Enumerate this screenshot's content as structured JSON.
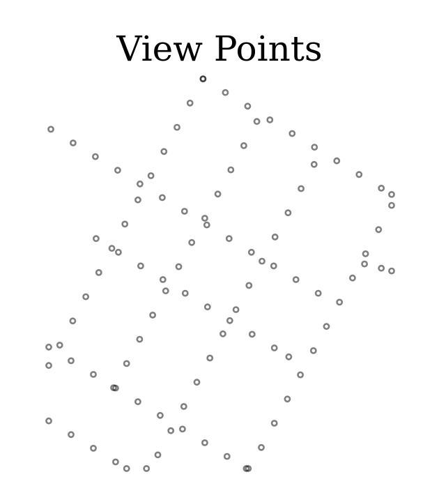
{
  "chart_data": {
    "type": "scatter",
    "title": "View Points",
    "xlabel": "",
    "ylabel": "",
    "axes_visible": false,
    "grid": false,
    "marker": {
      "shape": "ring",
      "color": "#000000",
      "opacity": 0.5
    },
    "xlim": [
      0,
      100
    ],
    "ylim": [
      0,
      100
    ],
    "series": [
      {
        "values": [
          {
            "x": 45.0,
            "y": 99.8
          },
          {
            "x": 41.2,
            "y": 93.6
          },
          {
            "x": 37.4,
            "y": 87.4
          },
          {
            "x": 33.6,
            "y": 81.2
          },
          {
            "x": 29.8,
            "y": 75.0
          },
          {
            "x": 26.0,
            "y": 68.8
          },
          {
            "x": 22.2,
            "y": 62.6
          },
          {
            "x": 18.4,
            "y": 56.4
          },
          {
            "x": 14.6,
            "y": 50.2
          },
          {
            "x": 10.8,
            "y": 44.0
          },
          {
            "x": 7.0,
            "y": 37.8
          },
          {
            "x": 3.2,
            "y": 31.6
          },
          {
            "x": 0.0,
            "y": 26.4
          },
          {
            "x": 60.7,
            "y": 88.9
          },
          {
            "x": 56.9,
            "y": 82.7
          },
          {
            "x": 53.1,
            "y": 76.5
          },
          {
            "x": 49.3,
            "y": 70.3
          },
          {
            "x": 45.5,
            "y": 64.1
          },
          {
            "x": 41.7,
            "y": 57.9
          },
          {
            "x": 37.9,
            "y": 51.7
          },
          {
            "x": 34.1,
            "y": 45.5
          },
          {
            "x": 30.3,
            "y": 39.3
          },
          {
            "x": 26.5,
            "y": 33.1
          },
          {
            "x": 22.7,
            "y": 26.9
          },
          {
            "x": 18.9,
            "y": 20.7
          },
          {
            "x": 77.4,
            "y": 77.9
          },
          {
            "x": 73.6,
            "y": 71.7
          },
          {
            "x": 69.8,
            "y": 65.5
          },
          {
            "x": 66.0,
            "y": 59.3
          },
          {
            "x": 62.2,
            "y": 53.1
          },
          {
            "x": 58.4,
            "y": 46.9
          },
          {
            "x": 54.6,
            "y": 40.7
          },
          {
            "x": 50.8,
            "y": 34.5
          },
          {
            "x": 47.0,
            "y": 28.3
          },
          {
            "x": 43.2,
            "y": 22.1
          },
          {
            "x": 39.4,
            "y": 15.9
          },
          {
            "x": 35.6,
            "y": 9.7
          },
          {
            "x": 31.8,
            "y": 3.5
          },
          {
            "x": 28.5,
            "y": 0.0
          },
          {
            "x": 100.0,
            "y": 67.4
          },
          {
            "x": 96.2,
            "y": 61.2
          },
          {
            "x": 92.4,
            "y": 55.0
          },
          {
            "x": 88.6,
            "y": 48.8
          },
          {
            "x": 84.8,
            "y": 42.6
          },
          {
            "x": 81.0,
            "y": 36.4
          },
          {
            "x": 77.2,
            "y": 30.2
          },
          {
            "x": 73.4,
            "y": 24.0
          },
          {
            "x": 69.6,
            "y": 17.8
          },
          {
            "x": 65.8,
            "y": 11.6
          },
          {
            "x": 62.0,
            "y": 5.4
          },
          {
            "x": 58.2,
            "y": 0.0
          },
          {
            "x": 45.0,
            "y": 99.8
          },
          {
            "x": 51.5,
            "y": 96.3
          },
          {
            "x": 58.0,
            "y": 92.8
          },
          {
            "x": 64.5,
            "y": 89.3
          },
          {
            "x": 71.0,
            "y": 85.8
          },
          {
            "x": 77.5,
            "y": 82.3
          },
          {
            "x": 84.0,
            "y": 78.8
          },
          {
            "x": 90.5,
            "y": 75.3
          },
          {
            "x": 97.0,
            "y": 71.8
          },
          {
            "x": 100.0,
            "y": 70.2
          },
          {
            "x": 0.6,
            "y": 86.9
          },
          {
            "x": 7.1,
            "y": 83.4
          },
          {
            "x": 13.6,
            "y": 79.9
          },
          {
            "x": 20.1,
            "y": 76.4
          },
          {
            "x": 26.6,
            "y": 72.9
          },
          {
            "x": 33.1,
            "y": 69.4
          },
          {
            "x": 39.6,
            "y": 65.9
          },
          {
            "x": 46.1,
            "y": 62.4
          },
          {
            "x": 52.6,
            "y": 58.9
          },
          {
            "x": 59.1,
            "y": 55.4
          },
          {
            "x": 65.6,
            "y": 51.9
          },
          {
            "x": 72.1,
            "y": 48.4
          },
          {
            "x": 78.6,
            "y": 44.9
          },
          {
            "x": 13.8,
            "y": 58.9
          },
          {
            "x": 20.3,
            "y": 55.4
          },
          {
            "x": 26.8,
            "y": 51.9
          },
          {
            "x": 33.3,
            "y": 48.4
          },
          {
            "x": 39.8,
            "y": 44.9
          },
          {
            "x": 46.3,
            "y": 41.4
          },
          {
            "x": 52.8,
            "y": 37.9
          },
          {
            "x": 59.3,
            "y": 34.4
          },
          {
            "x": 65.8,
            "y": 30.9
          },
          {
            "x": 70.0,
            "y": 28.6
          },
          {
            "x": 0.0,
            "y": 31.1
          },
          {
            "x": 6.5,
            "y": 27.6
          },
          {
            "x": 13.0,
            "y": 24.1
          },
          {
            "x": 19.5,
            "y": 20.6
          },
          {
            "x": 26.0,
            "y": 17.1
          },
          {
            "x": 32.5,
            "y": 13.6
          },
          {
            "x": 39.0,
            "y": 10.1
          },
          {
            "x": 45.5,
            "y": 6.6
          },
          {
            "x": 52.0,
            "y": 3.1
          },
          {
            "x": 57.6,
            "y": 0.0
          },
          {
            "x": 0.0,
            "y": 12.2
          },
          {
            "x": 6.5,
            "y": 8.7
          },
          {
            "x": 13.0,
            "y": 5.2
          },
          {
            "x": 19.5,
            "y": 1.7
          },
          {
            "x": 22.7,
            "y": 0.0
          },
          {
            "x": 92.1,
            "y": 52.4
          },
          {
            "x": 97.0,
            "y": 51.3
          },
          {
            "x": 100.0,
            "y": 50.6
          }
        ]
      }
    ]
  }
}
